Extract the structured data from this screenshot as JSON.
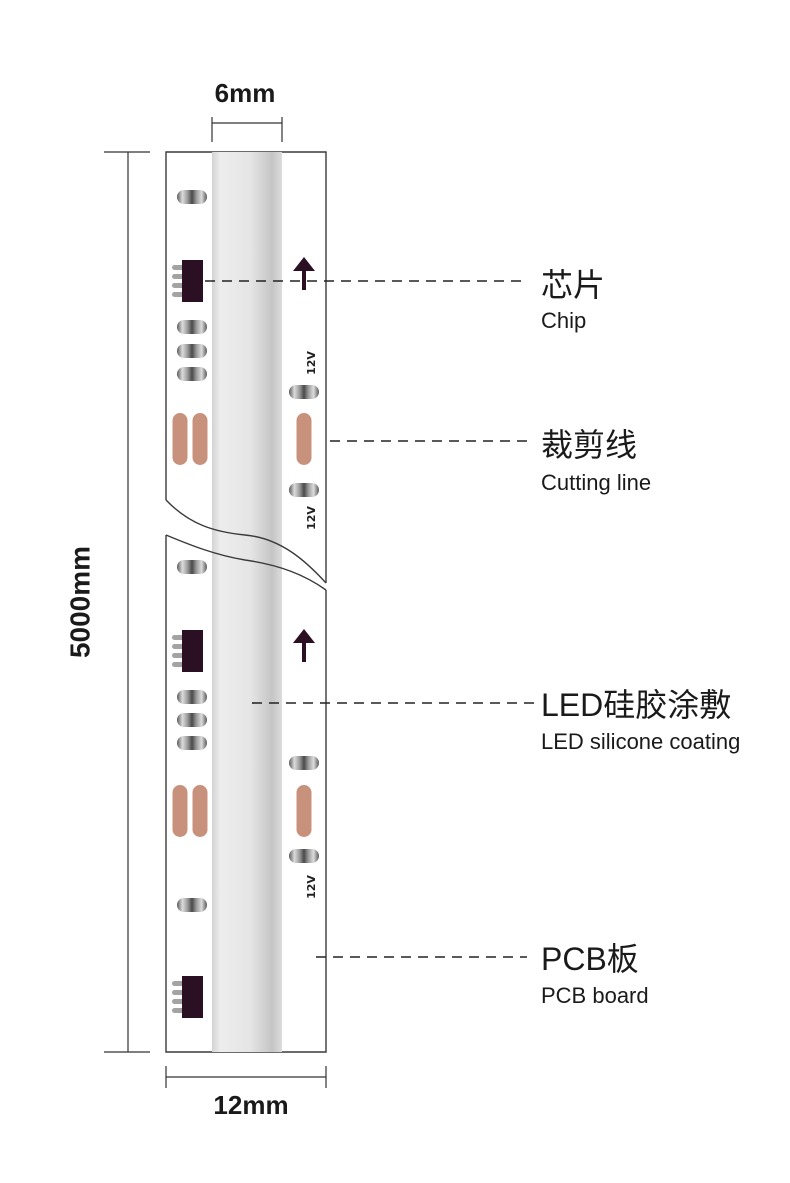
{
  "dimensions": {
    "width_top": "6mm",
    "length": "5000mm",
    "width_bottom": "12mm"
  },
  "callouts": [
    {
      "zh": "芯片",
      "en": "Chip"
    },
    {
      "zh": "裁剪线",
      "en": "Cutting line"
    },
    {
      "zh": "LED硅胶涂敷",
      "en": "LED silicone coating"
    },
    {
      "zh": "PCB板",
      "en": "PCB board"
    }
  ],
  "markings": {
    "voltage": "12V"
  },
  "colors": {
    "chip": "#2b0f22",
    "pad": "#c8917b",
    "ink": "#1a1a1a",
    "line": "#333333"
  }
}
